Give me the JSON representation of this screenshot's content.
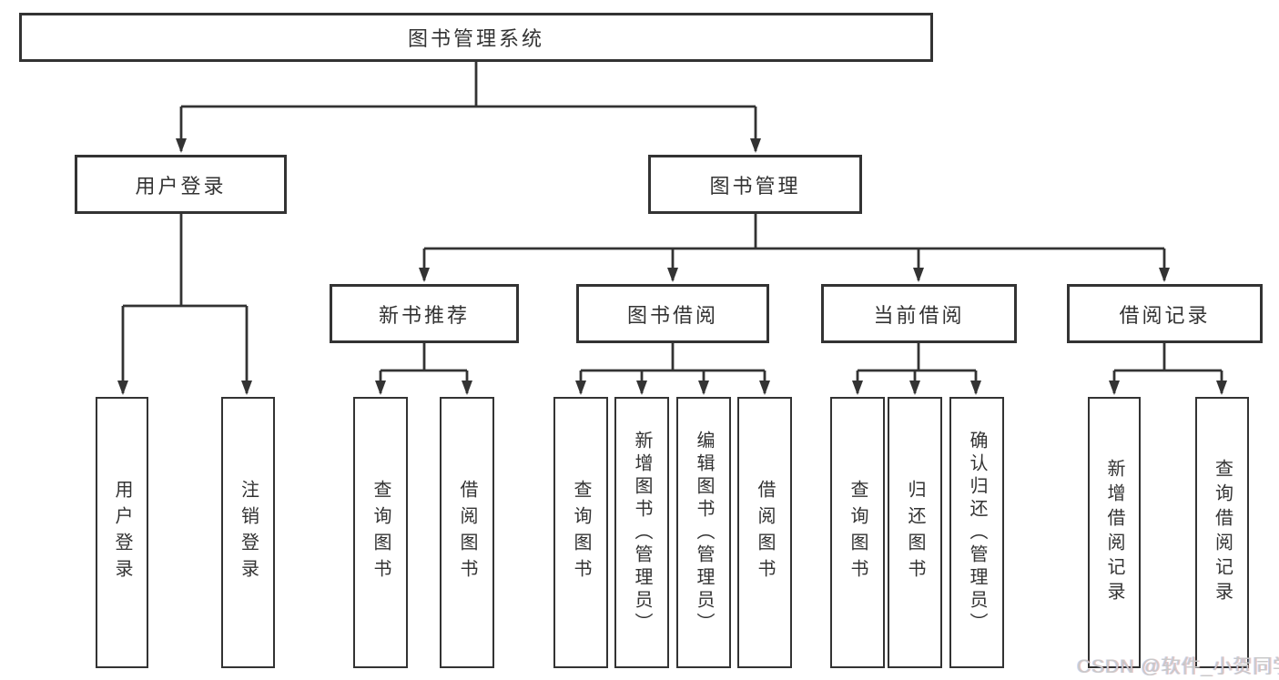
{
  "tree": {
    "root": "图书管理系统",
    "branches": [
      {
        "label": "用户登录",
        "children": [
          "用户登录",
          "注销登录"
        ]
      },
      {
        "label": "图书管理",
        "sections": [
          {
            "label": "新书推荐",
            "children": [
              "查询图书",
              "借阅图书"
            ]
          },
          {
            "label": "图书借阅",
            "children": [
              "查询图书",
              "新增图书（管理员）",
              "编辑图书（管理员）",
              "借阅图书"
            ]
          },
          {
            "label": "当前借阅",
            "children": [
              "查询图书",
              "归还图书",
              "确认归还（管理员）"
            ]
          },
          {
            "label": "借阅记录",
            "children": [
              "新增借阅记录",
              "查询借阅记录"
            ]
          }
        ]
      }
    ]
  },
  "colors": {
    "line": "#333333",
    "box_background": "#ffffff",
    "watermark_text": "#c9c9c9"
  },
  "watermark": "CSDN @软件_小贺同学"
}
